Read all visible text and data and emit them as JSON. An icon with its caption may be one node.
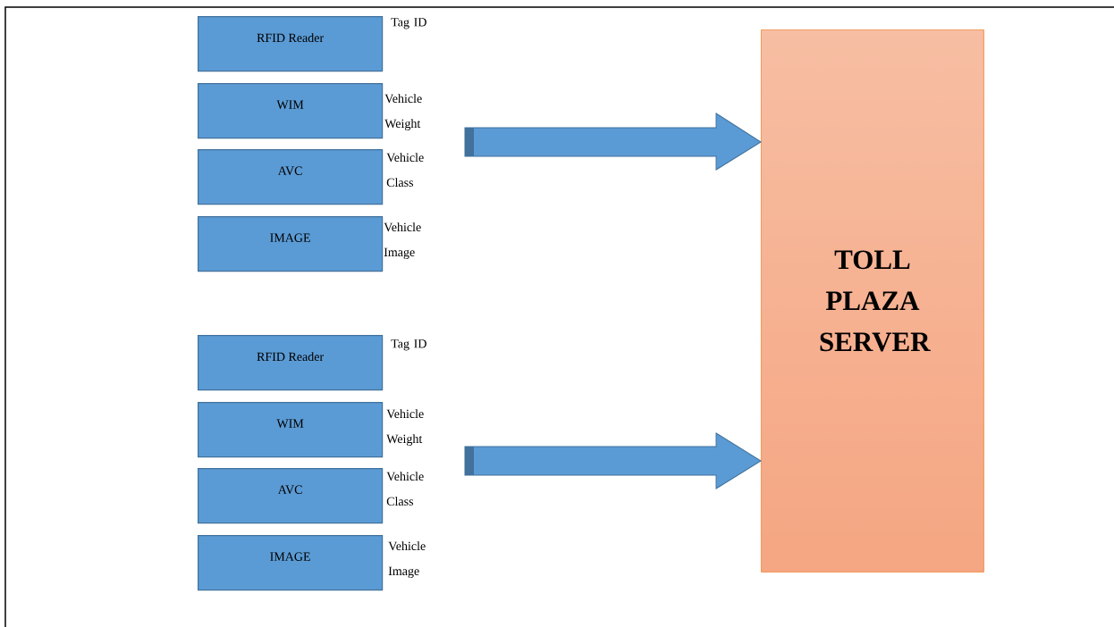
{
  "diagram": {
    "nodes": [
      {
        "text": [
          "RFID Reader"
        ],
        "beside": [
          "Tag ID"
        ]
      },
      {
        "text": [
          "WIM"
        ],
        "beside": [
          "Vehicle Weight"
        ]
      },
      {
        "text": [
          "AVC"
        ],
        "beside": [
          "Vehicle Class"
        ]
      },
      {
        "text": [
          "IMAGE"
        ],
        "beside": [
          "Vehicle Image"
        ]
      },
      {
        "text": [
          "RFID Reader"
        ],
        "beside": [
          "Tag ID"
        ]
      },
      {
        "text": [
          "WIM"
        ],
        "beside": [
          "Vehicle Weight"
        ]
      },
      {
        "text": [
          "AVC"
        ],
        "beside": [
          "Vehicle Class"
        ]
      },
      {
        "text": [
          "IMAGE"
        ],
        "beside": [
          "Vehicle Image"
        ]
      },
      {
        "text": [
          "TOLL PLAZA SERVER"
        ]
      }
    ],
    "edges": [
      {
        "from": null,
        "to": 8,
        "arrow": "to"
      },
      {
        "from": null,
        "to": 8,
        "arrow": "to"
      }
    ]
  }
}
